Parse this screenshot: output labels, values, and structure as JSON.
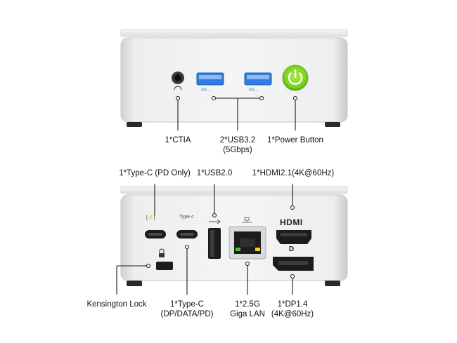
{
  "front_panel": {
    "ports": [
      {
        "id": "ctia",
        "label": "1*CTIA"
      },
      {
        "id": "usb32",
        "label_lines": [
          "2*USB3.2",
          "(5Gbps)"
        ],
        "port_marking": "SS→"
      },
      {
        "id": "power",
        "label": "1*Power Button",
        "button_color": "#7ed321"
      }
    ]
  },
  "rear_panel": {
    "top_labels": {
      "typec_pd": "1*Type-C (PD Only)",
      "usb20": "1*USB2.0",
      "hdmi": "1*HDMI2.1(4K@60Hz)"
    },
    "port_markings": {
      "typec_pd_mark": "[⚡]",
      "typec_data_mark": "Type c",
      "hdmi_mark": "HDMI",
      "dp_mark": "D"
    },
    "bottom_labels": {
      "kensington": "Kensington Lock",
      "typec_data": [
        "1*Type-C",
        "(DP/DATA/PD)"
      ],
      "lan": [
        "1*2.5G",
        "Giga LAN"
      ],
      "dp": [
        "1*DP1.4",
        "(4K@60Hz)"
      ]
    }
  },
  "colors": {
    "chassis": "#e9eaec",
    "chassis_edge": "#c9cbce",
    "port": "#1c1c1e",
    "usb3_blue": "#2f7de1",
    "lan_led_green": "#44c22e",
    "lan_led_yellow": "#f2d21a",
    "power_green": "#7ed321"
  }
}
